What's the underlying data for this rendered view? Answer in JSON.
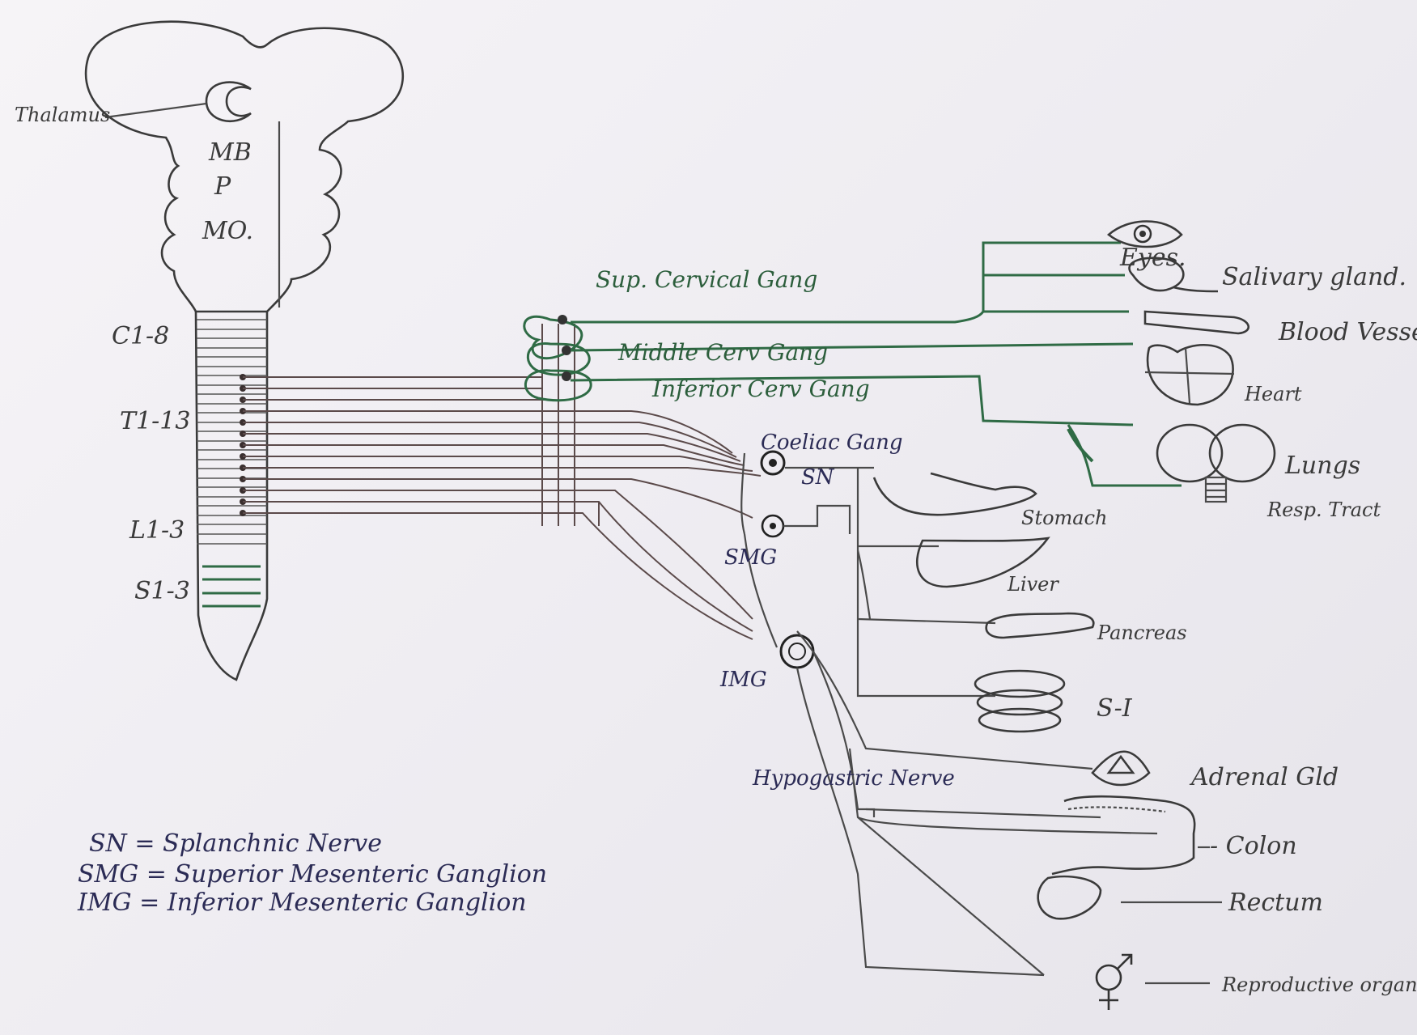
{
  "brain": {
    "thalamus": "Thalamus",
    "midbrain": "MB",
    "pons": "P",
    "medulla": "MO."
  },
  "spinal": {
    "cervical": "C1-8",
    "thoracic": "T1-13",
    "lumbar": "L1-3",
    "sacral": "S1-3"
  },
  "ganglia": {
    "superior_cervical": "Sup. Cervical Gang",
    "middle_cervical": "Middle Cerv Gang",
    "inferior_cervical": "Inferior Cerv Gang",
    "coeliac": "Coeliac Gang",
    "splanchnic_tag": "SN",
    "smg_tag": "SMG",
    "img_tag": "IMG",
    "hypogastric": "Hypogastric Nerve"
  },
  "organs": {
    "eyes": "Eyes.",
    "salivary": "Salivary gland.",
    "blood_vessel": "Blood Vessel",
    "heart": "Heart",
    "lungs": "Lungs",
    "resp_tract": "Resp. Tract",
    "stomach": "Stomach",
    "liver": "Liver",
    "pancreas": "Pancreas",
    "small_intestine": "S-I",
    "adrenal": "Adrenal Gld",
    "colon": "- Colon",
    "rectum": "Rectum",
    "reproductive": "Reproductive organs -"
  },
  "legend": [
    "SN = Splanchnic Nerve",
    "SMG = Superior Mesenteric Ganglion",
    "IMG = Inferior Mesenteric Ganglion"
  ],
  "colors": {
    "ink": "#4a4a4a",
    "green_ink": "#2f6b45",
    "blue_ink": "#2b2b55"
  }
}
